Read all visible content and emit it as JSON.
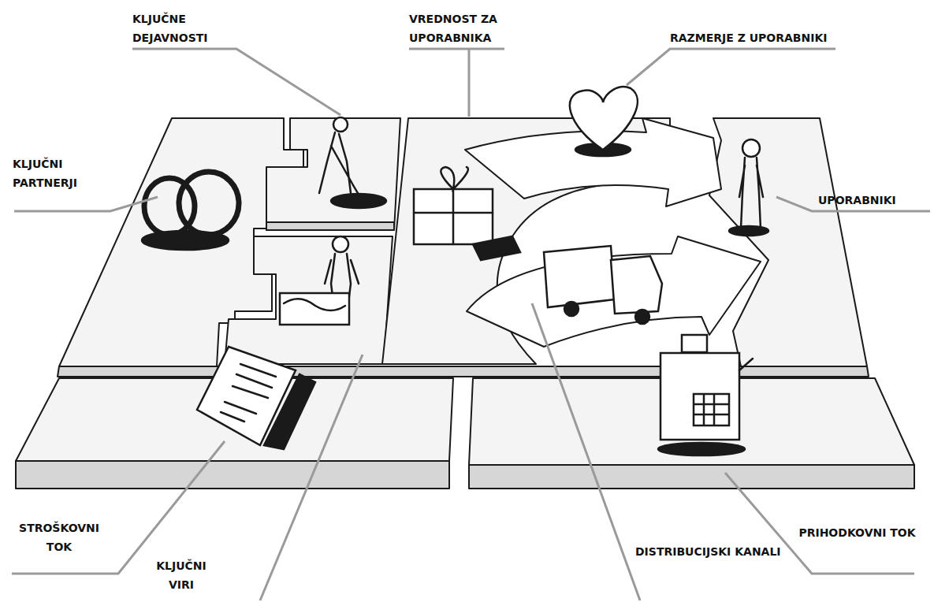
{
  "diagram": {
    "labels": [
      "KLJUČNE DEJAVNOSTI",
      "VREDNOST ZA UPORABNIKA",
      "RAZMERJE Z UPORABNIKI",
      "KLJUČNI PARTNERJI",
      "UPORABNIKI",
      "STROŠKOVNI TOK",
      "KLJUČNI VIRI",
      "DISTRIBUCIJSKI KANALI",
      "PRIHODKOVNI TOK"
    ]
  }
}
